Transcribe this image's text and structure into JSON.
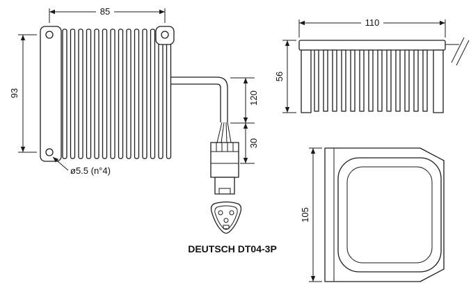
{
  "drawing": {
    "front_view": {
      "dim_width": "85",
      "dim_height": "93",
      "hole_callout": "ø5.5 (n°4)"
    },
    "cable": {
      "dim_cable_length": "120",
      "dim_connector_length": "30"
    },
    "side_view": {
      "dim_width": "110",
      "dim_height": "56"
    },
    "end_view": {
      "dim_height": "105"
    },
    "connector": {
      "label": "DEUTSCH DT04-3P"
    }
  }
}
